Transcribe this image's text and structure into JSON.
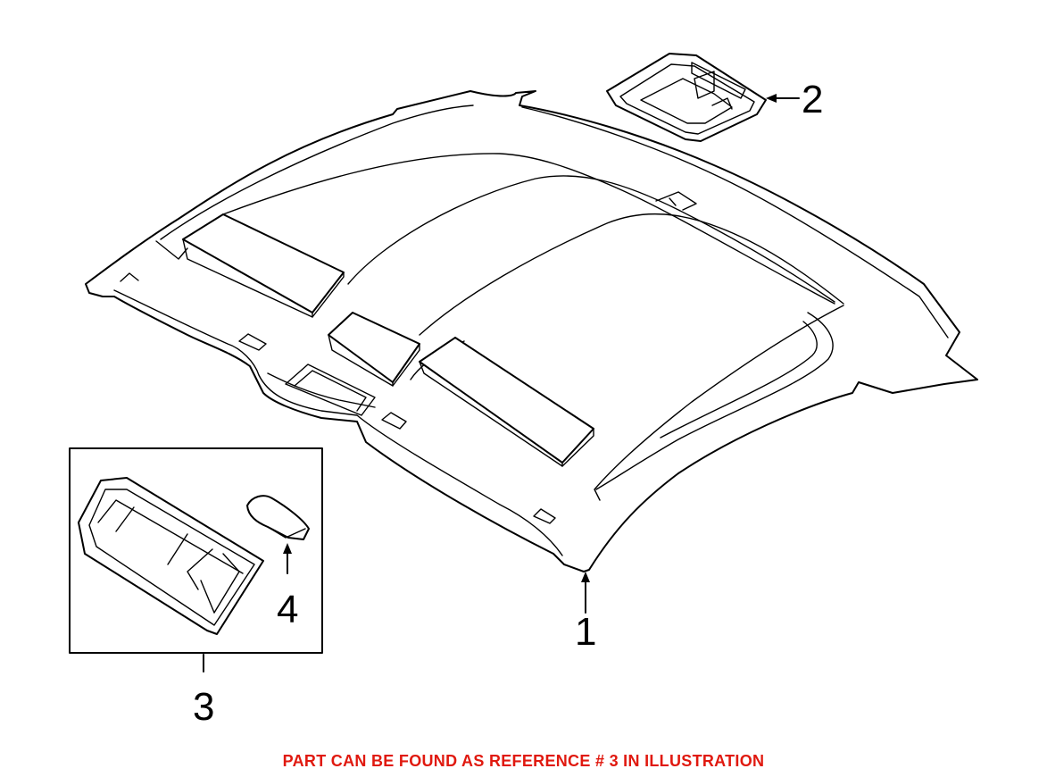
{
  "callouts": {
    "part1": "1",
    "part2": "2",
    "part3": "3",
    "part4": "4"
  },
  "note": "PART CAN BE FOUND AS REFERENCE # 3 IN ILLUSTRATION",
  "colors": {
    "line": "#000000",
    "background": "#ffffff",
    "note": "#e0190f"
  }
}
